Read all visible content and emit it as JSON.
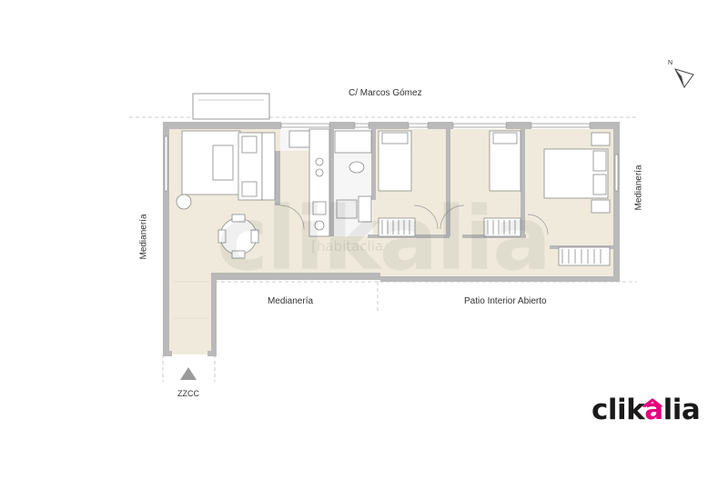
{
  "labels": {
    "street": "C/ Marcos Gómez",
    "left_wall": "Medianería",
    "right_wall": "Medianería",
    "bottom_wall": "Medianería",
    "patio": "Patio Interior Abierto",
    "entrance": "ZZCC",
    "north": "N"
  },
  "brand": {
    "logo_prefix": "clik",
    "logo_accent": "a",
    "logo_suffix": "lia",
    "accent_color": "#e6007e",
    "watermark_main": "clikalia",
    "watermark_sub": "[habitaclia"
  },
  "colors": {
    "floor": "#efeadb",
    "wall": "#b9b9b9",
    "furniture": "#ffffff",
    "line": "#8a8a8a"
  }
}
